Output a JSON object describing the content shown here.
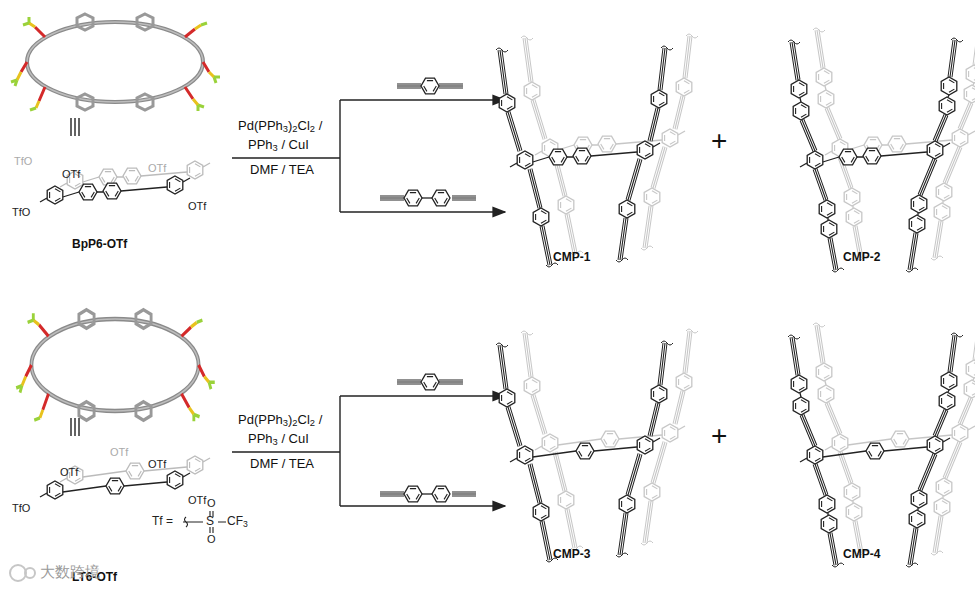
{
  "diagram": {
    "labels": [
      "TfO",
      "OTf",
      "OTf",
      "TfO",
      "OTf",
      "BpP6-OTf",
      "OTf",
      "OTf",
      "OTf",
      "TfO",
      "OTf",
      "LT6-OTf",
      "Tf =",
      "S",
      "O",
      "O",
      "CF3",
      "Pd(PPh3)2Cl2 /",
      "PPh3 / CuI",
      "DMF / TEA",
      "Pd(PPh3)2Cl2 /",
      "PPh3 / CuI",
      "DMF / TEA",
      "CMP-1",
      "+",
      "CMP-2",
      "CMP-3",
      "+",
      "CMP-4",
      "大数跨境"
    ]
  }
}
